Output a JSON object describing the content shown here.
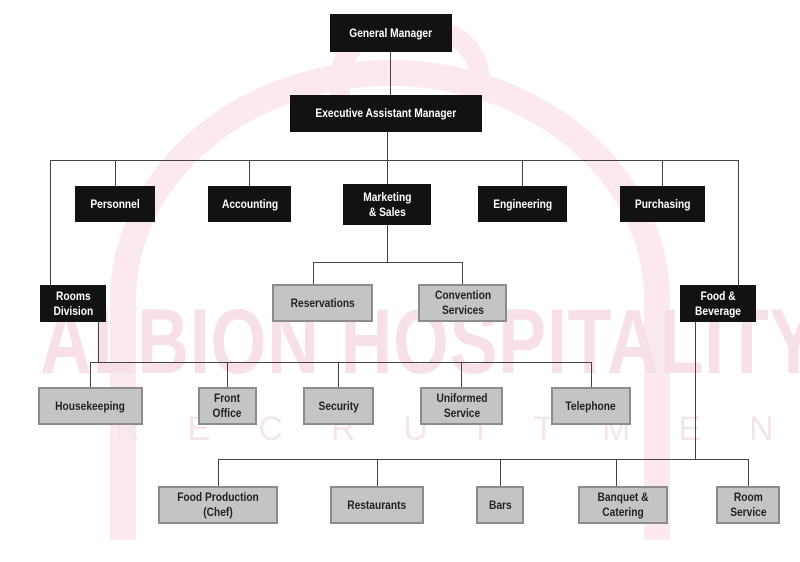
{
  "watermark": {
    "title": "ALBION HOSPITALITY",
    "subtitle": "RECRUITMENT"
  },
  "nodes": {
    "general_manager": "General Manager",
    "executive_assistant_manager": "Executive Assistant Manager",
    "personnel": "Personnel",
    "accounting": "Accounting",
    "marketing_sales": "Marketing\n& Sales",
    "engineering": "Engineering",
    "purchasing": "Purchasing",
    "rooms_division": "Rooms\nDivision",
    "food_beverage": "Food &\nBeverage",
    "reservations": "Reservations",
    "convention_services": "Convention\nServices",
    "housekeeping": "Housekeeping",
    "front_office": "Front\nOffice",
    "security": "Security",
    "uniformed_service": "Uniformed\nService",
    "telephone": "Telephone",
    "food_production": "Food Production\n(Chef)",
    "restaurants": "Restaurants",
    "bars": "Bars",
    "banquet_catering": "Banquet &\nCatering",
    "room_service": "Room\nService"
  },
  "colors": {
    "dark": "#121212",
    "grey": "#c4c4c4",
    "watermark": "#f7e1e6"
  }
}
